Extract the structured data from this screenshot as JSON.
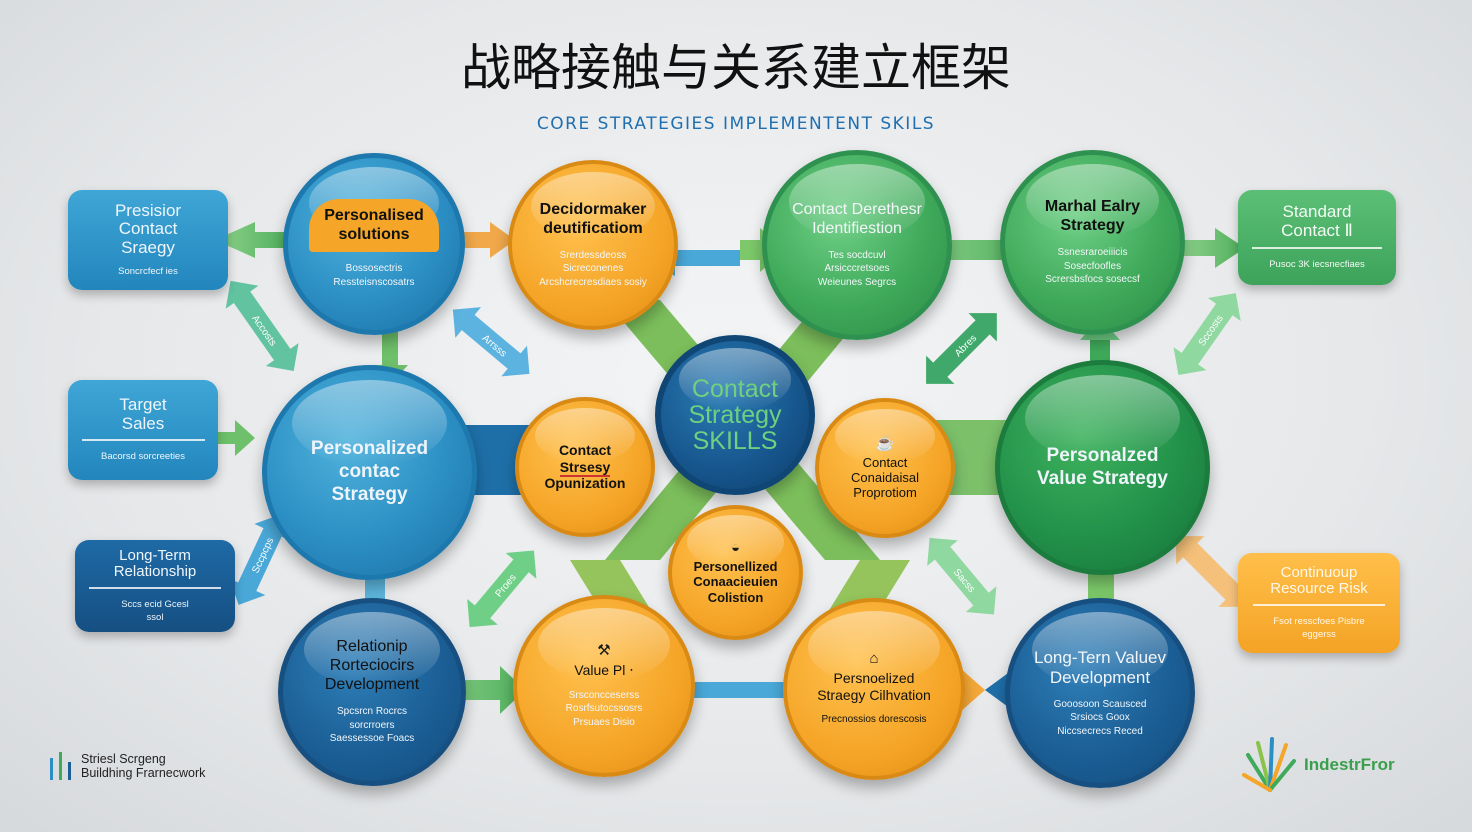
{
  "title": "战略接触与关系建立框架",
  "subtitle": "CORE STRATEGIES IMPLEMENTENT SKILS",
  "colors": {
    "blue": "#2b8fc4",
    "dark_blue": "#1b5f96",
    "orange": "#f5a527",
    "green": "#3faa5a",
    "title_blue": "#1f6fb0"
  },
  "boxes": {
    "precision": {
      "title": "Presisior Contact Sraegy",
      "small": "Soncrcfecf ies"
    },
    "target": {
      "title": "Target Sales",
      "small": "Bacorsd sorcreeties"
    },
    "longterm": {
      "title": "Long-Term Relationship",
      "small": "Sccs ecid Gcesl ssol"
    },
    "standard": {
      "title": "Standard Contact Ⅱ",
      "small": "Pusoc 3K iecsnecfiaes"
    },
    "continuous": {
      "title": "Continuoup Resource Risk",
      "small": "Fsot resscfoes Pisbre eggerss"
    }
  },
  "circles": {
    "solutions": {
      "title": "Personalised solutions",
      "small": "Bossosectris Ressteisnscosatrs"
    },
    "decision": {
      "title": "Decidormaker deutificatiom",
      "small": "Srerdessdeoss Sicreconenes Arcshcrecresdiaes sosiy"
    },
    "identification": {
      "title": "Contact Derethesr Identifiestion",
      "small": "Tes socdcuvl Arsicccretsoes Weieunes Segrcs"
    },
    "market": {
      "title": "Marhal Ealry Strategy",
      "small": "Ssnesraroeiiicis Sosecfoofles Scrersbsfocs sosecsf"
    },
    "contact_strategy": {
      "title": "Personalized contac Strategy"
    },
    "optimization": {
      "title_1": "Contact",
      "title_2": "Strsesy",
      "title_3": "Opunization"
    },
    "center": {
      "title": "Contact Strategy SKILLS"
    },
    "proposition": {
      "icon": "cup-icon",
      "title": "Contact Conaidaisal Proprotiom"
    },
    "value_strategy": {
      "title": "Personalzed Value Strategy"
    },
    "collection": {
      "icon": "bowl-icon",
      "title": "Personellized Conaacieuien Colistion"
    },
    "relationship": {
      "title": "Relationip Rorteciocirs Development",
      "small": "Spcsrcn Rocrcs sorcrroers Saessessoe Foacs"
    },
    "value_pi": {
      "icon": "hammer-icon",
      "title": "Value Pl ‧",
      "small": "Srsconcceserss Rosrfsutocssosrs Prsuaes Disio"
    },
    "cultivation": {
      "icon": "house-icon",
      "title": "Persnoelized Straegy Cilhvation",
      "small": "Precnossios dorescosis"
    },
    "long_value": {
      "title": "Long-Tern Valuev Development",
      "small": "Gooosoon Scausced Srsiocs Goox Niccsecrecs Reced"
    }
  },
  "arrow_labels": {
    "a1": "Accosts",
    "a2": "Arrsss",
    "a3": "Abres",
    "a4": "Sccosts",
    "a5": "Sccpcps",
    "a6": "Proes",
    "a7": "Sacss"
  },
  "brand_left": {
    "line1": "Striesl Scrgeng",
    "line2": "Buildhing Frarnecwork"
  },
  "brand_right": {
    "text": "IndestrFror"
  }
}
